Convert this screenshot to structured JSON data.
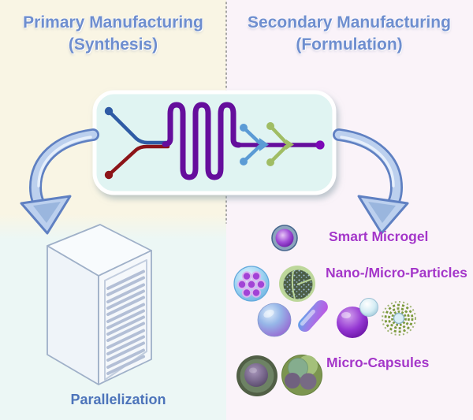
{
  "header": {
    "left": {
      "line1": "Primary Manufacturing",
      "line2": "(Synthesis)"
    },
    "right": {
      "line1": "Secondary Manufacturing",
      "line2": "(Formulation)"
    }
  },
  "left_section": {
    "caption": "Parallelization"
  },
  "right_section": {
    "label_microgel": "Smart Microgel",
    "label_particles": "Nano-/Micro-Particles",
    "label_capsules": "Micro-Capsules"
  },
  "icons": [
    "microfluidic-chip-icon",
    "curved-arrow-left-icon",
    "curved-arrow-right-icon",
    "parallelization-cabinet-icon",
    "smart-microgel-icon",
    "dotted-microgel-cluster-icon",
    "speckled-nanoparticle-icon",
    "gradient-sphere-icon",
    "nanorod-icon",
    "janus-particle-icon",
    "micelle-particle-icon",
    "core-shell-capsule-icon",
    "multi-compartment-capsule-icon"
  ],
  "colors": {
    "title-blue": "#6e8ecf",
    "label-purple": "#a436c9",
    "caption-blue": "#4d74ba",
    "panel-left-top": "#f9f5e4",
    "panel-left-bottom": "#ecf7f5",
    "panel-right": "#faf3f9",
    "divider-gray": "#909090",
    "chip-bg": "#e0f4f2",
    "channel-blue": "#2f5ba5",
    "channel-red": "#8c1418",
    "channel-purple": "#650e9c",
    "chevron-blue": "#5b9bd5",
    "chevron-green": "#a0bd64",
    "outlet-purple": "#7c07b6",
    "arrow-fill": "#bcd0ee",
    "arrow-outline": "#5f80c2",
    "cabinet-outline": "#9fb0c8"
  }
}
